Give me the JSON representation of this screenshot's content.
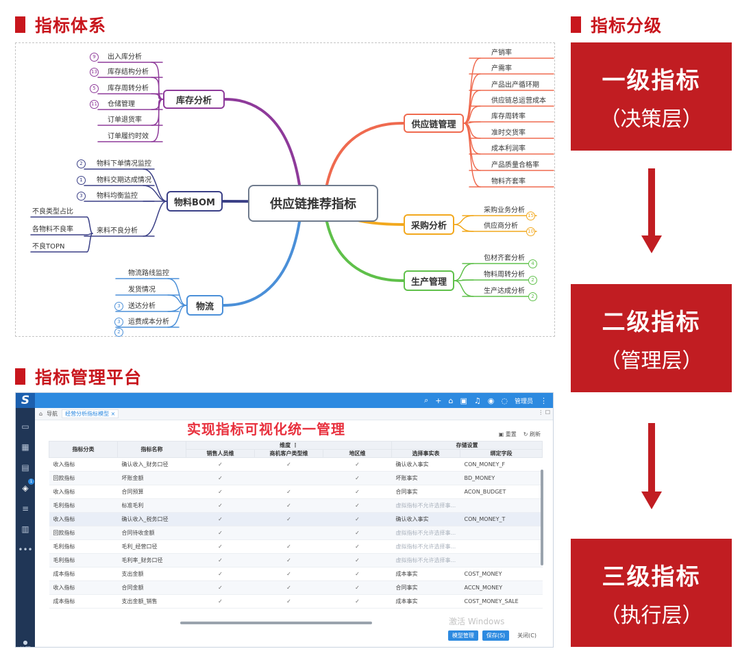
{
  "sections": {
    "system_title": "指标体系",
    "level_title": "指标分级",
    "platform_title": "指标管理平台"
  },
  "mindmap": {
    "center": "供应链推荐指标",
    "branches": [
      {
        "label": "库存分析",
        "color": "#8e3a9a",
        "leaves": [
          {
            "text": "出入库分析",
            "badge": "9"
          },
          {
            "text": "库存结构分析",
            "badge": "13"
          },
          {
            "text": "库存周转分析",
            "badge": "5"
          },
          {
            "text": "仓储管理",
            "badge": "11"
          },
          {
            "text": "订单退货率",
            "badge": ""
          },
          {
            "text": "订单履约时效",
            "badge": ""
          }
        ]
      },
      {
        "label": "物料BOM",
        "color": "#3a3f86",
        "leaves": [
          {
            "text": "物料下单情况监控",
            "badge": "2"
          },
          {
            "text": "物料交期达成情况",
            "badge": "1"
          },
          {
            "text": "物料均衡监控",
            "badge": "3"
          },
          {
            "text": "来料不良分析",
            "badge": ""
          },
          {
            "text": "不良类型占比",
            "badge": ""
          },
          {
            "text": "各物料不良率",
            "badge": ""
          },
          {
            "text": "不良TOPN",
            "badge": ""
          }
        ]
      },
      {
        "label": "物流",
        "color": "#4a8fd8",
        "leaves": [
          {
            "text": "物流路线监控",
            "badge": ""
          },
          {
            "text": "发货情况",
            "badge": ""
          },
          {
            "text": "送达分析",
            "badge": "3"
          },
          {
            "text": "运费成本分析",
            "badge": "3"
          },
          {
            "text": "",
            "badge": "2"
          }
        ]
      },
      {
        "label": "供应链管理",
        "color": "#ef6a4f",
        "leaves": [
          {
            "text": "产销率",
            "badge": ""
          },
          {
            "text": "产需率",
            "badge": ""
          },
          {
            "text": "产品出产循环期",
            "badge": ""
          },
          {
            "text": "供应链总运营成本",
            "badge": ""
          },
          {
            "text": "库存周转率",
            "badge": ""
          },
          {
            "text": "准时交货率",
            "badge": ""
          },
          {
            "text": "成本利润率",
            "badge": ""
          },
          {
            "text": "产品质量合格率",
            "badge": ""
          },
          {
            "text": "物料齐套率",
            "badge": ""
          }
        ]
      },
      {
        "label": "采购分析",
        "color": "#f2a81d",
        "leaves": [
          {
            "text": "采购业务分析",
            "badge": "15"
          },
          {
            "text": "供应商分析",
            "badge": "10"
          }
        ]
      },
      {
        "label": "生产管理",
        "color": "#5fc04a",
        "leaves": [
          {
            "text": "包材齐套分析",
            "badge": "4"
          },
          {
            "text": "物料周转分析",
            "badge": "2"
          },
          {
            "text": "生产达成分析",
            "badge": "2"
          }
        ]
      }
    ]
  },
  "levels": [
    {
      "name": "一级指标",
      "layer": "（决策层）"
    },
    {
      "name": "二级指标",
      "layer": "（管理层）"
    },
    {
      "name": "三级指标",
      "layer": "（执行层）"
    }
  ],
  "platform": {
    "logo": "S",
    "user": "管理员",
    "breadcrumb": {
      "nav": "导航",
      "tab": "经营分析指标模型"
    },
    "headline": "实现指标可视化统一管理",
    "tools": {
      "reset": "重置",
      "refresh": "刷新"
    },
    "headers": {
      "category": "指标分类",
      "name": "指标名称",
      "dimension": "维度",
      "storage": "存储设置",
      "sales": "销售人员维",
      "customer": "商机客户类型维",
      "region": "地区维",
      "fact": "选择事实表",
      "field": "绑定字段"
    },
    "rows": [
      {
        "cat": "收入指标",
        "name": "确认收入_财务口径",
        "d1": "✓",
        "d2": "✓",
        "d3": "✓",
        "fact": "确认收入事实",
        "field": "CON_MONEY_F"
      },
      {
        "cat": "回款指标",
        "name": "坏账金额",
        "d1": "✓",
        "d2": "",
        "d3": "✓",
        "fact": "坏账事实",
        "field": "BD_MONEY"
      },
      {
        "cat": "收入指标",
        "name": "合同预算",
        "d1": "✓",
        "d2": "✓",
        "d3": "✓",
        "fact": "合同事实",
        "field": "ACON_BUDGET"
      },
      {
        "cat": "毛利指标",
        "name": "标准毛利",
        "d1": "✓",
        "d2": "✓",
        "d3": "✓",
        "fact": "虚拟指标不允许选择事...",
        "field": ""
      },
      {
        "cat": "收入指标",
        "name": "确认收入_税务口径",
        "d1": "✓",
        "d2": "✓",
        "d3": "✓",
        "fact": "确认收入事实",
        "field": "CON_MONEY_T"
      },
      {
        "cat": "回款指标",
        "name": "合同待收金额",
        "d1": "✓",
        "d2": "",
        "d3": "✓",
        "fact": "虚拟指标不允许选择事...",
        "field": ""
      },
      {
        "cat": "毛利指标",
        "name": "毛利_经营口径",
        "d1": "✓",
        "d2": "✓",
        "d3": "✓",
        "fact": "虚拟指标不允许选择事...",
        "field": ""
      },
      {
        "cat": "毛利指标",
        "name": "毛利率_财务口径",
        "d1": "✓",
        "d2": "✓",
        "d3": "✓",
        "fact": "虚拟指标不允许选择事...",
        "field": ""
      },
      {
        "cat": "成本指标",
        "name": "支出金额",
        "d1": "✓",
        "d2": "✓",
        "d3": "✓",
        "fact": "成本事实",
        "field": "COST_MONEY"
      },
      {
        "cat": "收入指标",
        "name": "合同金额",
        "d1": "✓",
        "d2": "✓",
        "d3": "✓",
        "fact": "合同事实",
        "field": "ACCN_MONEY"
      },
      {
        "cat": "成本指标",
        "name": "支出金额_销售",
        "d1": "✓",
        "d2": "✓",
        "d3": "✓",
        "fact": "成本事实",
        "field": "COST_MONEY_SALE"
      }
    ],
    "watermark": "激活 Windows",
    "buttons": {
      "model": "模型管理",
      "save": "保存(S)",
      "close": "关闭(C)"
    }
  }
}
